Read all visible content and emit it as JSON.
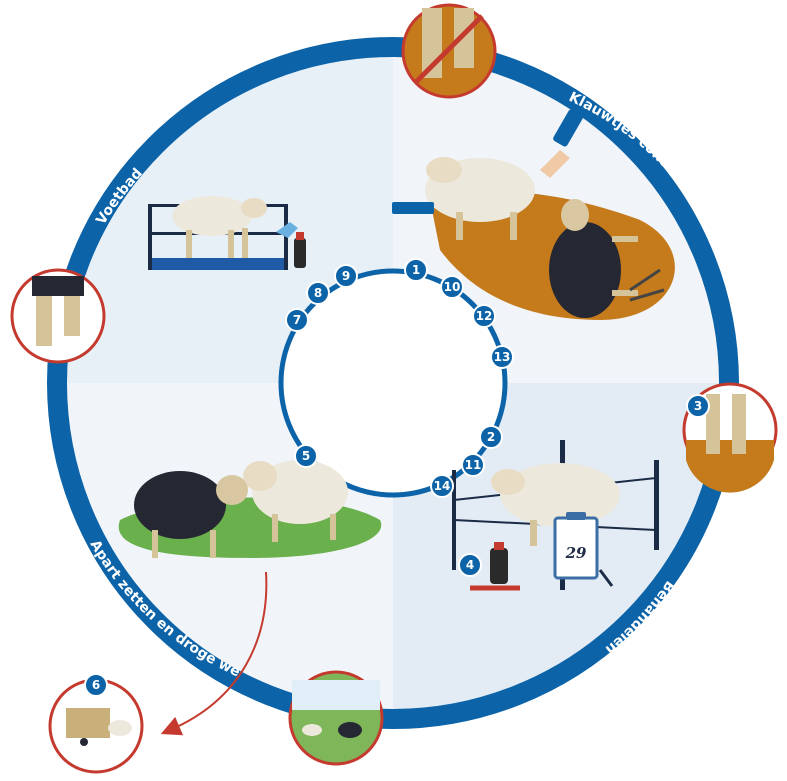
{
  "labels": {
    "voetbad": "Voetbad",
    "klauwtjes": "Klauwtjes controleren",
    "behandelen": "Behandelen",
    "apart": "Apart zetten en droge weide"
  },
  "steps": [
    "1",
    "2",
    "3",
    "4",
    "5",
    "6",
    "7",
    "8",
    "9",
    "10",
    "11",
    "12",
    "13",
    "14"
  ],
  "calendar_day": "29",
  "colors": {
    "ring": "#0c63a8",
    "quadrant_light": "#e8f0f7",
    "quadrant_dark": "#d9e6f1",
    "callout_border": "#c53a2e",
    "dirt": "#c57a1c",
    "grass": "#6ab04c",
    "arrow": "#c53a2e"
  }
}
